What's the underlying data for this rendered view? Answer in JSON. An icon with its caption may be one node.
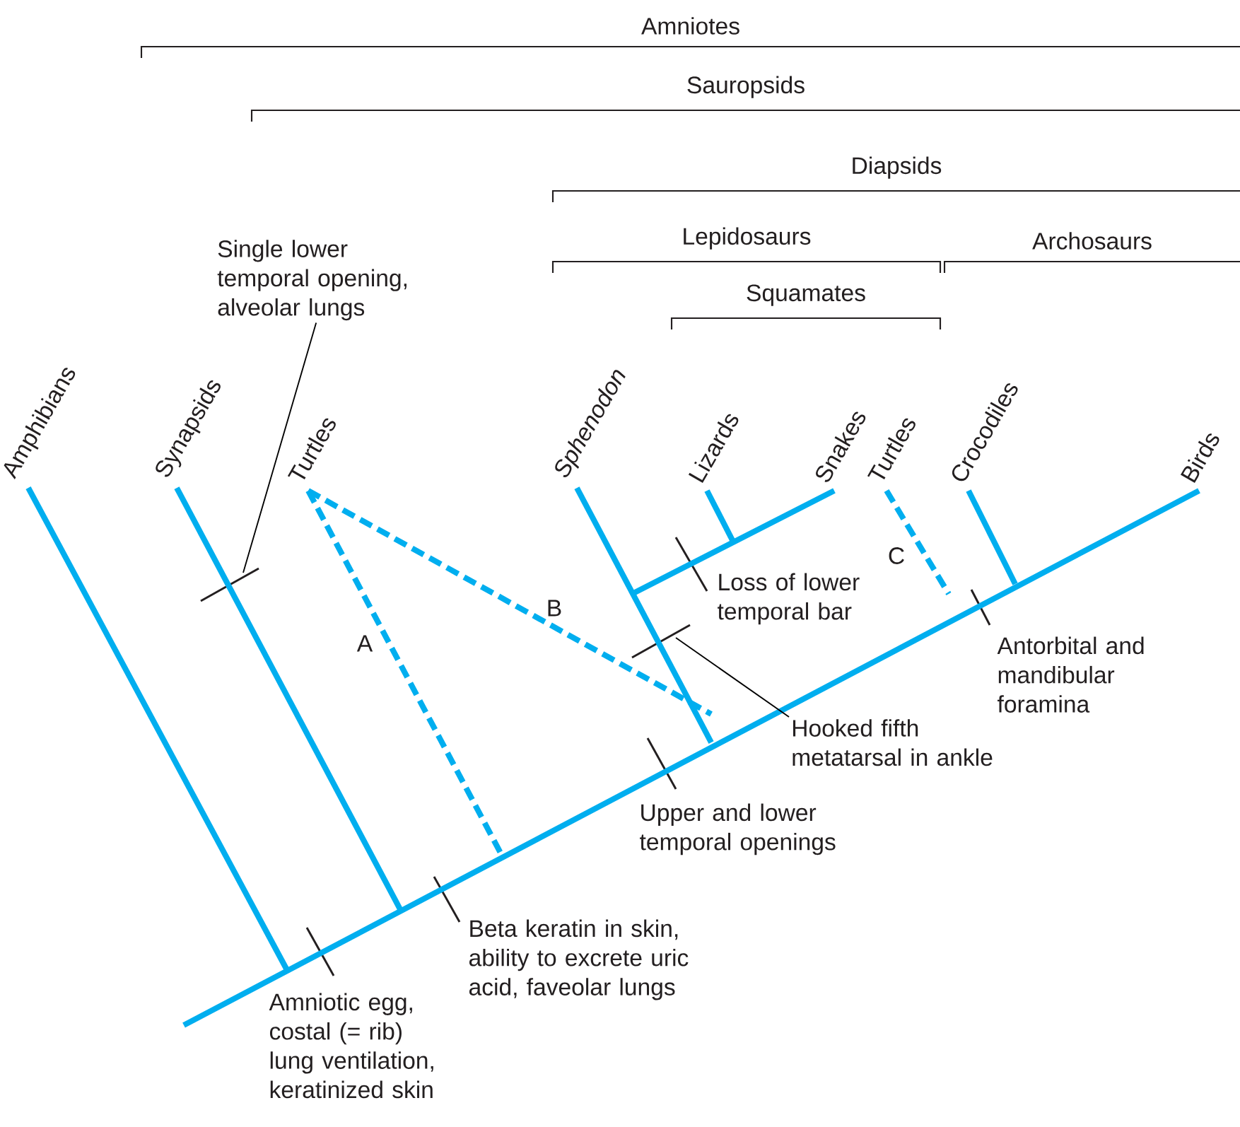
{
  "diagram": {
    "nodes": [
      {
        "text": [
          "Amphibians"
        ]
      },
      {
        "text": [
          "Synapsids"
        ]
      },
      {
        "text": [
          "Turtles"
        ]
      },
      {
        "text": [
          "Sphenodon"
        ]
      },
      {
        "text": [
          "Lizards"
        ]
      },
      {
        "text": [
          "Snakes"
        ]
      },
      {
        "text": [
          "Turtles"
        ]
      },
      {
        "text": [
          "Crocodiles"
        ]
      },
      {
        "text": [
          "Birds"
        ]
      },
      {
        "text": [
          "Single lower temporal opening, alveolar lungs"
        ]
      },
      {
        "text": [
          "Hooked fifth metatarsal in ankle"
        ]
      }
    ],
    "edges": [
      {
        "from": 0,
        "to": null,
        "arrow": "none"
      },
      {
        "from": 1,
        "to": null,
        "arrow": "none"
      },
      {
        "from": 2,
        "to": null,
        "arrow": "none",
        "style": "dashed",
        "label": "A"
      },
      {
        "from": 2,
        "to": null,
        "arrow": "none",
        "style": "dashed",
        "label": "B"
      },
      {
        "from": 3,
        "to": null,
        "arrow": "none"
      },
      {
        "from": 4,
        "to": null,
        "arrow": "none"
      },
      {
        "from": 5,
        "to": null,
        "arrow": "none"
      },
      {
        "from": 6,
        "to": null,
        "arrow": "none",
        "style": "dashed",
        "label": "C"
      },
      {
        "from": 7,
        "to": null,
        "arrow": "none"
      },
      {
        "from": 8,
        "to": null,
        "arrow": "none"
      },
      {
        "from": 9,
        "to": null,
        "arrow": "none",
        "color": "#000000"
      },
      {
        "from": 10,
        "to": null,
        "arrow": "none",
        "color": "#000000"
      }
    ],
    "labels": [
      "Amniotes",
      "Sauropsids",
      "Diapsids",
      "Lepidosaurs",
      "Archosaurs",
      "Squamates",
      "Loss of lower temporal bar",
      "Antorbital and mandibular foramina",
      "Upper and lower temporal openings",
      "Beta keratin in skin, ability to excrete uric acid, faveolar lungs",
      "Amniotic egg, costal (= rib) lung ventilation, keratinized skin"
    ]
  }
}
